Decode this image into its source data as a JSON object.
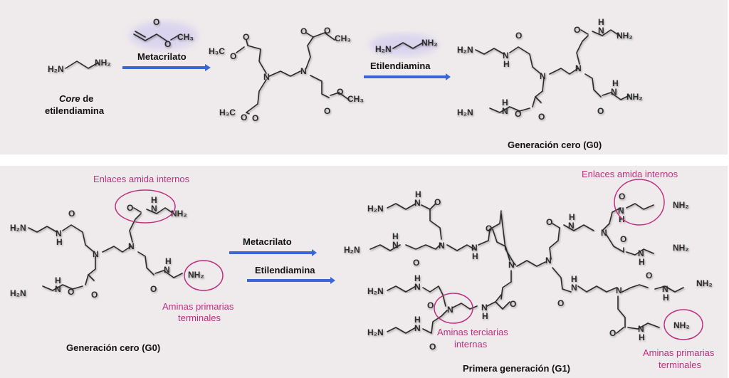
{
  "top": {
    "core_label_italic": "Core",
    "core_label_rest": " de",
    "core_label_line2": "etilendiamina",
    "reagent1_label": "Metacrilato",
    "reagent2_label": "Etilendiamina",
    "product_label": "Generación cero (G0)"
  },
  "bottom": {
    "g0_label": "Generación cero (G0)",
    "g1_label": "Primera generación (G1)",
    "step1_label": "Metacrilato",
    "step2_label": "Etilendiamina",
    "annotations": {
      "amide_left": "Enlaces amida internos",
      "primary_left_1": "Aminas primarias",
      "primary_left_2": "terminales",
      "amide_right": "Enlaces amida internos",
      "tertiary_1": "Aminas terciarias",
      "tertiary_2": "internas",
      "primary_right_1": "Aminas primarias",
      "primary_right_2": "terminales"
    }
  },
  "atoms": {
    "nh2": "NH₂",
    "h2n": "H₂N",
    "n": "N",
    "h": "H",
    "o": "O",
    "ch3": "CH₃",
    "h3c": "H₃C"
  },
  "colors": {
    "annotation": "#c0307f",
    "arrow": "#3a66d8",
    "panel_bg": "#efebec"
  }
}
